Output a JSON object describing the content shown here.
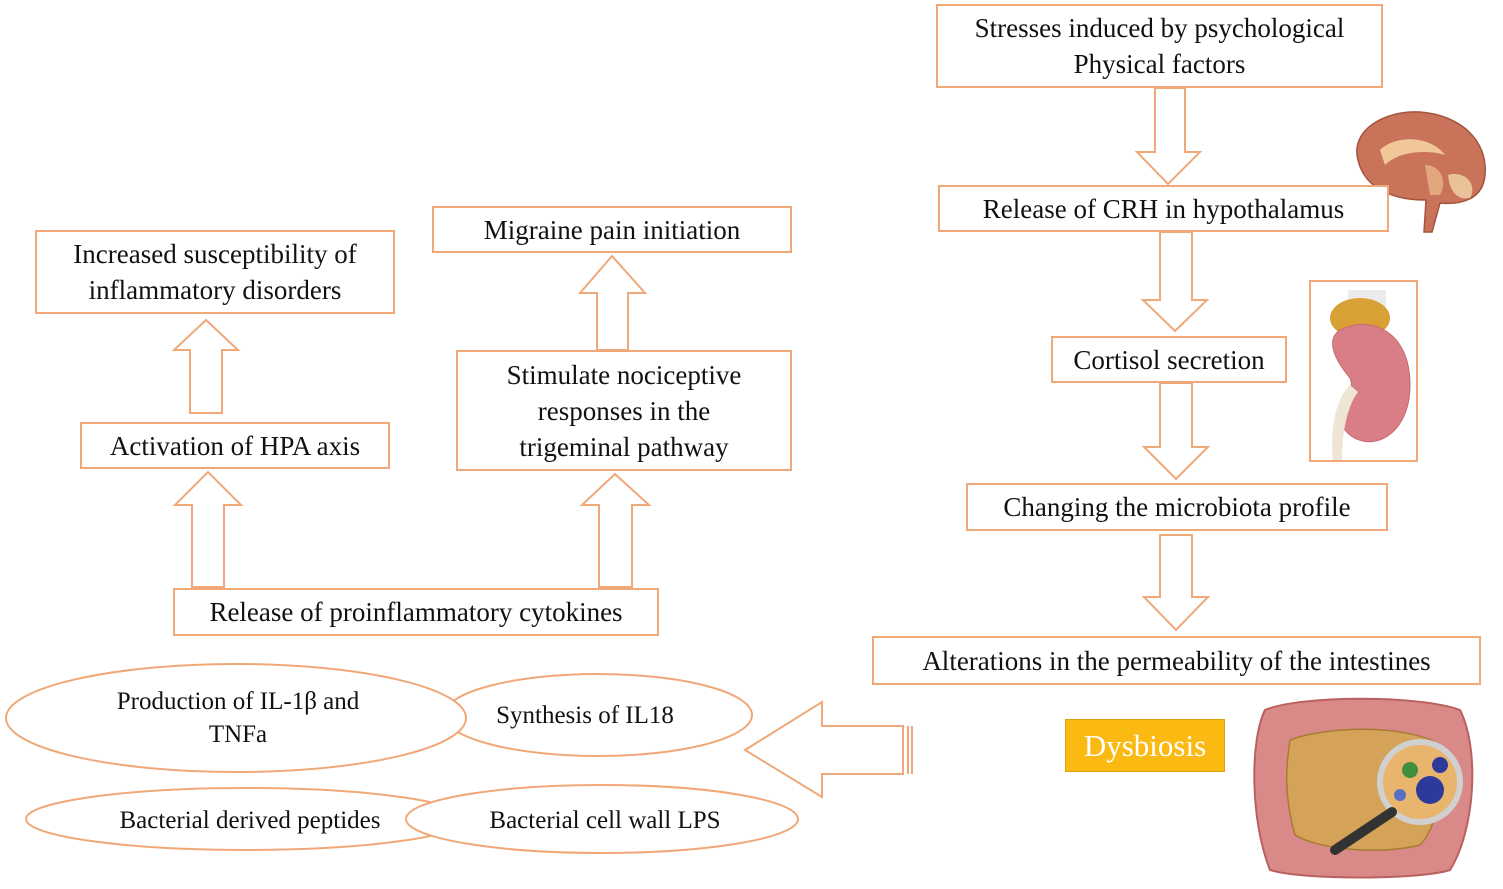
{
  "colors": {
    "stroke": "#f0a878",
    "dysbiosis_bg": "#fbba12",
    "dysbiosis_text": "#ffffff",
    "text": "#111111"
  },
  "right_flow": {
    "stresses": "Stresses induced by psychological\nPhysical factors",
    "crh": "Release of CRH in hypothalamus",
    "cortisol": "Cortisol secretion",
    "microbiota": "Changing the microbiota profile",
    "permeability": "Alterations in the permeability of the intestines",
    "dysbiosis": "Dysbiosis"
  },
  "left_flow": {
    "susceptibility": "Increased susceptibility of\ninflammatory disorders",
    "hpa": "Activation of HPA axis",
    "migraine": "Migraine pain initiation",
    "nociceptive": "Stimulate nociceptive\nresponses in the\ntrigeminal pathway",
    "cytokines": "Release of proinflammatory cytokines"
  },
  "ellipses": {
    "il1b": "Production of IL-1β and\nTNFa",
    "il18": "Synthesis of IL18",
    "peptides": "Bacterial derived peptides",
    "lps": "Bacterial cell wall LPS"
  },
  "illustrations": [
    "brain-illustration",
    "kidney-adrenal-illustration",
    "intestine-magnifier-illustration"
  ]
}
